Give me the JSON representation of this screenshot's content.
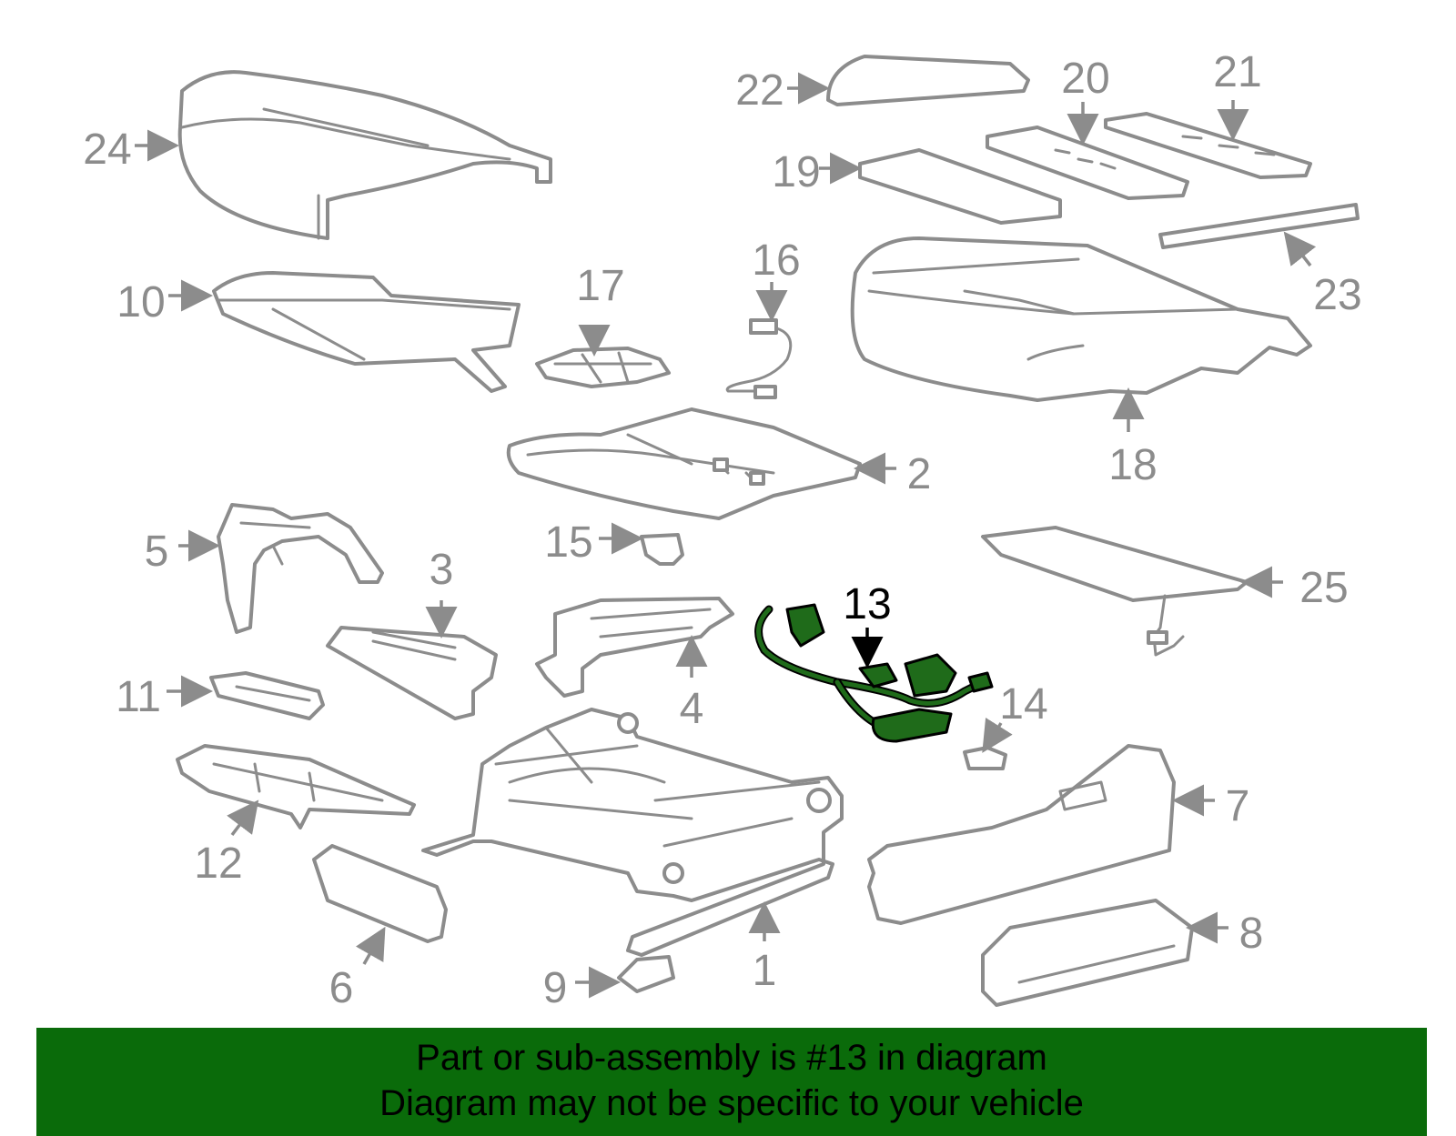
{
  "diagram": {
    "highlight_color": "#1f6b1a",
    "part_color": "#8c8c8c",
    "highlighted_callout": "13",
    "callouts": [
      "1",
      "2",
      "3",
      "4",
      "5",
      "6",
      "7",
      "8",
      "9",
      "10",
      "11",
      "12",
      "13",
      "14",
      "15",
      "16",
      "17",
      "18",
      "19",
      "20",
      "21",
      "22",
      "23",
      "24",
      "25"
    ]
  },
  "banner": {
    "background": "#0a6b0a",
    "line1": "Part or sub-assembly is #13 in diagram",
    "line2": "Diagram may not be specific to your vehicle"
  }
}
